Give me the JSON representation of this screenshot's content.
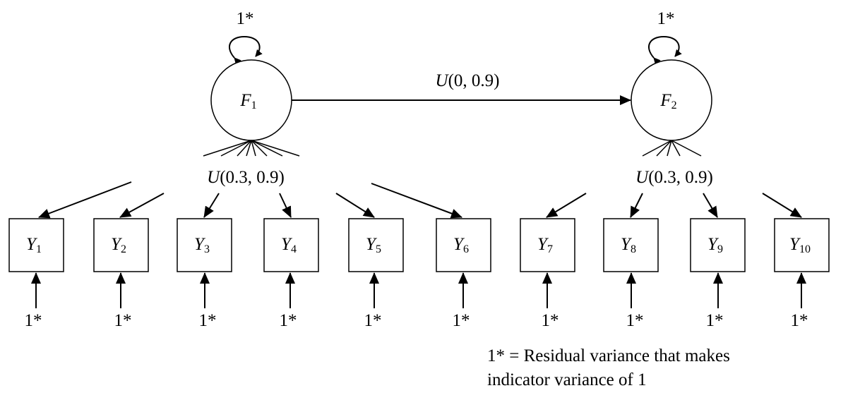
{
  "factors": [
    {
      "id": "F",
      "sub": "1",
      "variance": "1*"
    },
    {
      "id": "F",
      "sub": "2",
      "variance": "1*"
    }
  ],
  "path_label": {
    "dist": "U",
    "params": "(0, 0.9)"
  },
  "loading_labels": [
    {
      "dist": "U",
      "params": "(0.3, 0.9)"
    },
    {
      "dist": "U",
      "params": "(0.3, 0.9)"
    }
  ],
  "indicators": [
    {
      "id": "Y",
      "sub": "1",
      "residual": "1*"
    },
    {
      "id": "Y",
      "sub": "2",
      "residual": "1*"
    },
    {
      "id": "Y",
      "sub": "3",
      "residual": "1*"
    },
    {
      "id": "Y",
      "sub": "4",
      "residual": "1*"
    },
    {
      "id": "Y",
      "sub": "5",
      "residual": "1*"
    },
    {
      "id": "Y",
      "sub": "6",
      "residual": "1*"
    },
    {
      "id": "Y",
      "sub": "7",
      "residual": "1*"
    },
    {
      "id": "Y",
      "sub": "8",
      "residual": "1*"
    },
    {
      "id": "Y",
      "sub": "9",
      "residual": "1*"
    },
    {
      "id": "Y",
      "sub": "10",
      "residual": "1*"
    }
  ],
  "note": {
    "line1": "1* = Residual variance that makes",
    "line2": "indicator variance of 1"
  }
}
